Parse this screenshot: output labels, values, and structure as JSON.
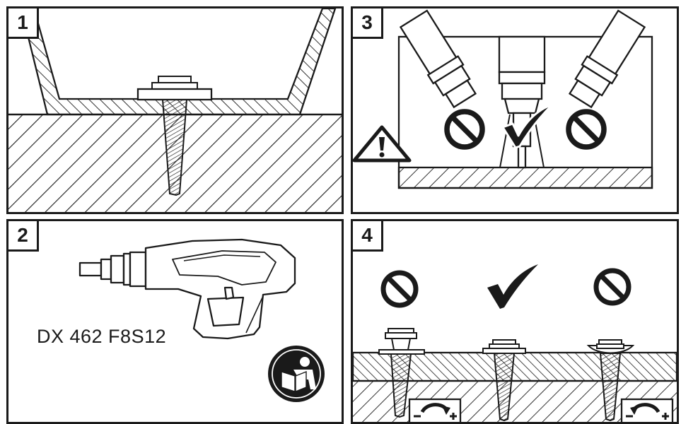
{
  "panels": [
    {
      "number": "1"
    },
    {
      "number": "2",
      "model_label": "DX 462 F8S12"
    },
    {
      "number": "3"
    },
    {
      "number": "4"
    }
  ],
  "icons": {
    "prohibit": "prohibited-icon",
    "check": "checkmark-icon",
    "warning": "warning-triangle-icon",
    "manual": "read-manual-icon",
    "adjust": "power-adjust-icon"
  },
  "colors": {
    "ink": "#1a1a1a",
    "paper": "#ffffff"
  }
}
